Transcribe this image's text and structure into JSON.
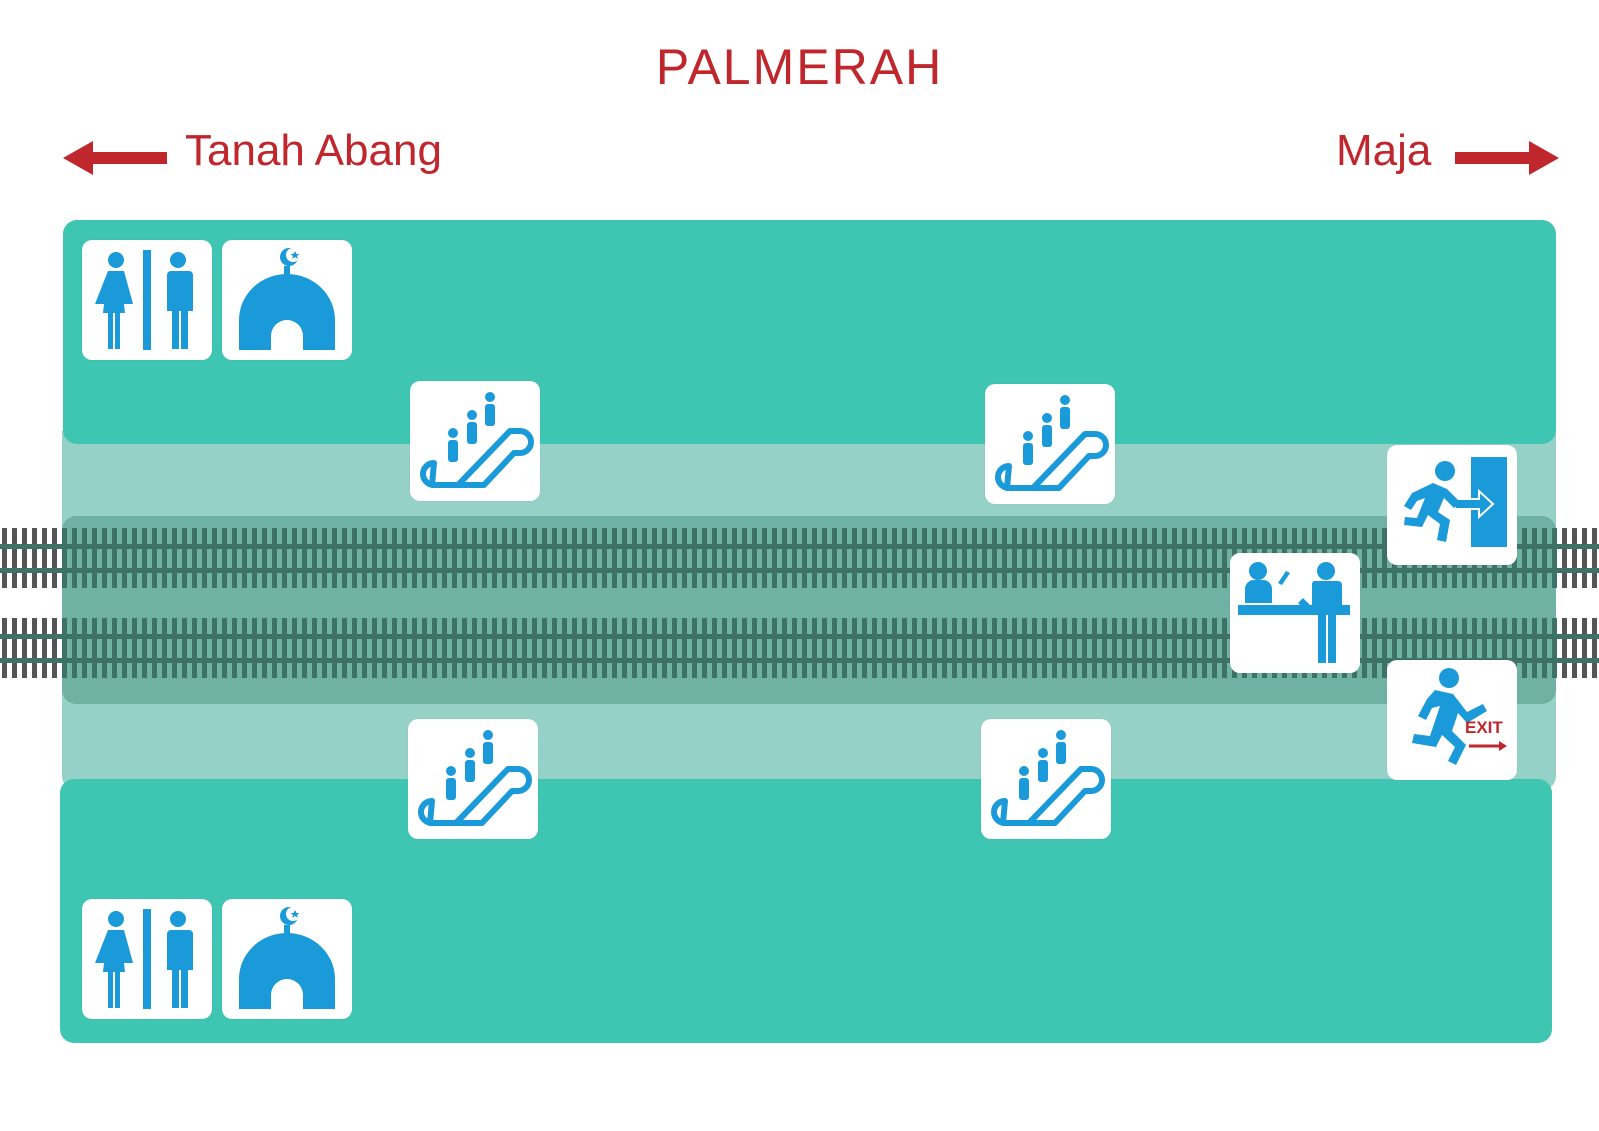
{
  "station": {
    "name": "PALMERAH"
  },
  "directions": {
    "left": "Tanah Abang",
    "right": "Maja"
  },
  "colors": {
    "accent_red": "#c0272d",
    "platform": "#3ec6b3",
    "apron": "#95d1c6",
    "track_bed": "#6fb2a4",
    "track": "#3e7266",
    "icon_blue": "#1a9ad8"
  },
  "icons": {
    "north_platform": [
      "restroom-icon",
      "mosque-icon"
    ],
    "south_platform": [
      "restroom-icon",
      "mosque-icon"
    ],
    "escalators": [
      "escalator-icon",
      "escalator-icon",
      "escalator-icon",
      "escalator-icon"
    ],
    "east_end": [
      "exit-door-icon",
      "ticket-counter-icon",
      "emergency-exit-icon"
    ]
  },
  "exit_sign_text": "EXIT"
}
